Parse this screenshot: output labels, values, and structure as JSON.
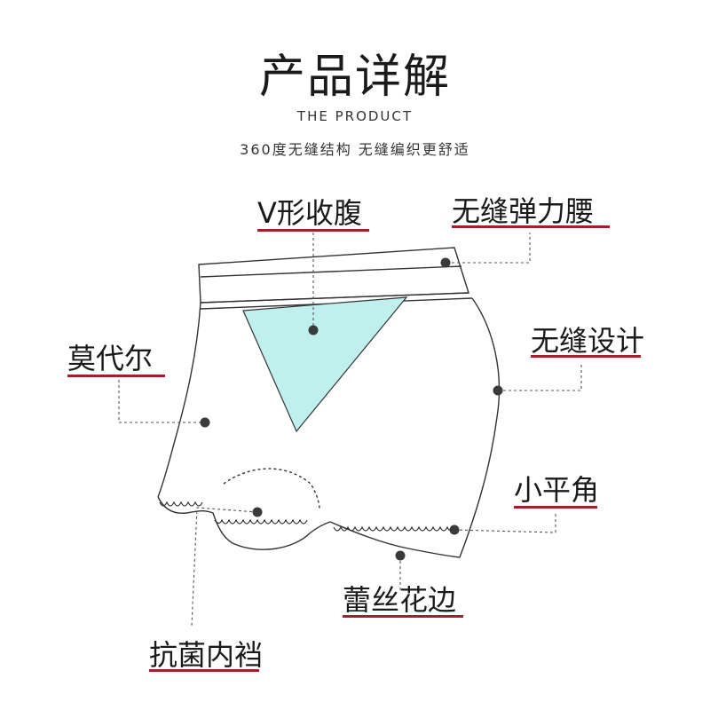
{
  "header": {
    "title": "产品详解",
    "subtitle_en": "THE PRODUCT",
    "subtitle_cn": "360度无缝结构 无缝编织更舒适"
  },
  "features": [
    {
      "id": "v-shape",
      "label": "V形收腹"
    },
    {
      "id": "elastic-waist",
      "label": "无缝弹力腰"
    },
    {
      "id": "modal",
      "label": "莫代尔"
    },
    {
      "id": "seamless",
      "label": "无缝设计"
    },
    {
      "id": "boxer",
      "label": "小平角"
    },
    {
      "id": "lace",
      "label": "蕾丝花边"
    },
    {
      "id": "crotch",
      "label": "抗菌内裆"
    }
  ],
  "colors": {
    "accent_underline": "#a3202b",
    "v_panel_fill": "#bff0ee",
    "dot": "#3a3a3a",
    "line": "#555555"
  }
}
